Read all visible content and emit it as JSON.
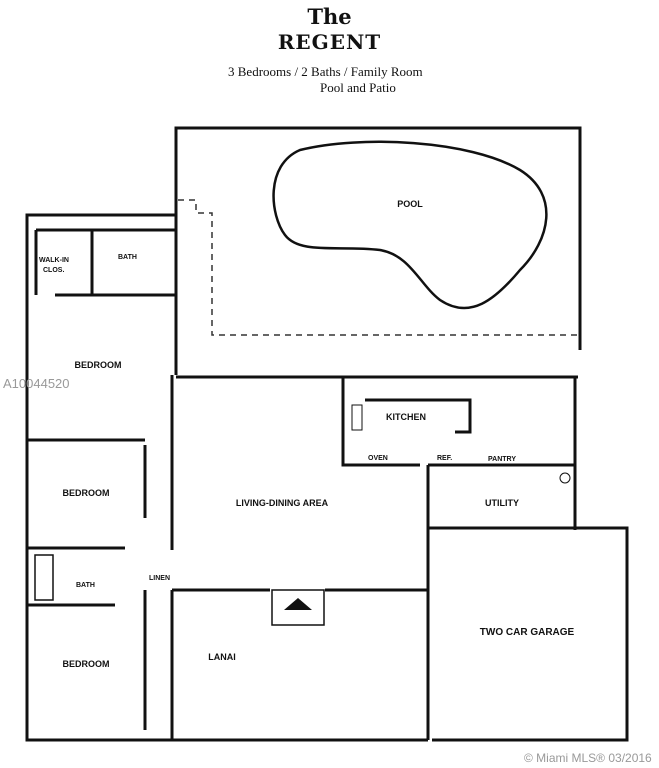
{
  "header": {
    "title_line1": "The",
    "title_line2": "REGENT",
    "subtitle_line1": "3 Bedrooms / 2 Baths / Family Room",
    "subtitle_line2": "Pool and Patio"
  },
  "rooms": {
    "pool": "POOL",
    "walk_in_closet_1": "WALK-IN",
    "walk_in_closet_2": "CLOS.",
    "bath_1": "BATH",
    "bedroom_1": "BEDROOM",
    "kitchen": "KITCHEN",
    "oven": "OVEN",
    "ref": "REF.",
    "pantry": "PANTRY",
    "utility": "UTILITY",
    "living_dining": "LIVING-DINING AREA",
    "bedroom_2": "BEDROOM",
    "bath_2": "BATH",
    "linen": "LINEN",
    "bedroom_3": "BEDROOM",
    "lanai": "LANAI",
    "garage": "TWO CAR GARAGE"
  },
  "watermarks": {
    "listing_id": "A10044520",
    "copyright": "© Miami MLS® 03/2016"
  }
}
